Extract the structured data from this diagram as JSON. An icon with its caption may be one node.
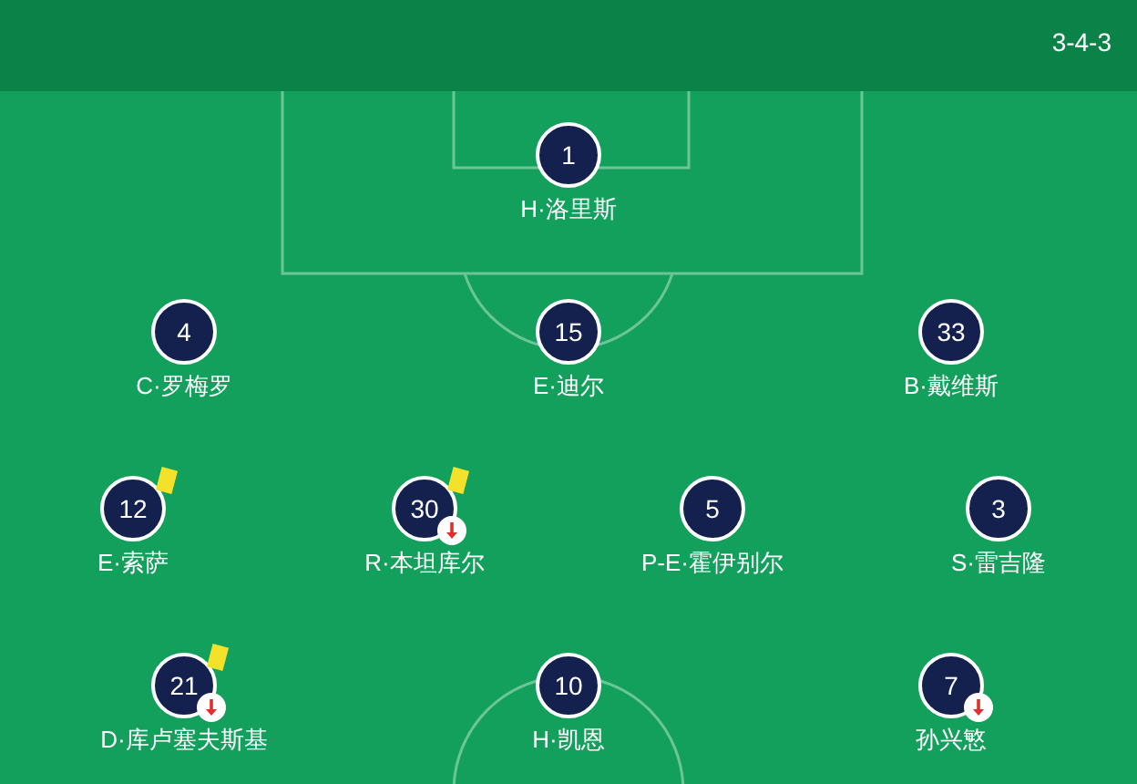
{
  "diagram": {
    "nodes": [
      {
        "text": [
          "1"
        ],
        "beside": [
          "H·洛里斯"
        ]
      },
      {
        "text": [
          "4"
        ],
        "beside": [
          "C·罗梅罗"
        ]
      },
      {
        "text": [
          "15"
        ],
        "beside": [
          "E·迪尔"
        ]
      },
      {
        "text": [
          "33"
        ],
        "beside": [
          "B·戴维斯"
        ]
      },
      {
        "text": [
          "12"
        ],
        "beside": [
          "E·索萨"
        ]
      },
      {
        "text": [
          "30"
        ],
        "beside": [
          "R·本坦库尔"
        ]
      },
      {
        "text": [
          "5"
        ],
        "beside": [
          "P-E·霍伊别尔"
        ]
      },
      {
        "text": [
          "3"
        ],
        "beside": [
          "S·雷吉隆"
        ]
      },
      {
        "text": [
          "21"
        ],
        "beside": [
          "D·库卢塞夫斯基"
        ]
      },
      {
        "text": [
          "10"
        ],
        "beside": [
          "H·凯恩"
        ]
      },
      {
        "text": [
          "7"
        ],
        "beside": [
          "孙兴慜"
        ]
      }
    ],
    "labels": [
      "3-4-3"
    ]
  }
}
